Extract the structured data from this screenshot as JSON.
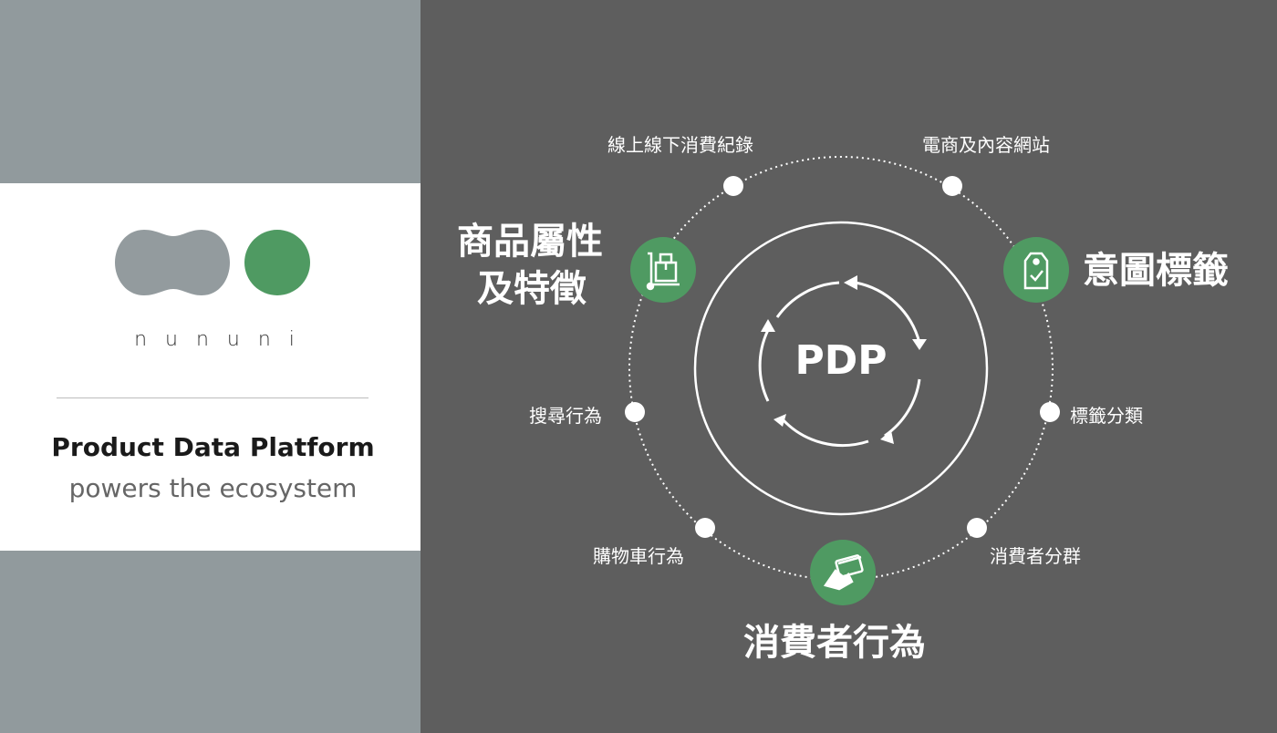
{
  "brand": {
    "name": "nununi",
    "tagline_bold": "Product Data Platform",
    "tagline_light": "powers the ecosystem"
  },
  "colors": {
    "grey_panel": "#919a9d",
    "dark_panel": "#5e5e5e",
    "accent_green": "#4f9a62",
    "logo_grey": "#939b9e",
    "logo_green": "#4f9a62"
  },
  "diagram": {
    "center": "PDP",
    "major_nodes": [
      {
        "id": "attributes",
        "label_line1": "商品屬性",
        "label_line2": "及特徵",
        "icon": "hand-truck-box-icon"
      },
      {
        "id": "intent",
        "label": "意圖標籤",
        "icon": "price-tag-check-icon"
      },
      {
        "id": "behavior",
        "label": "消費者行為",
        "icon": "hand-credit-card-icon"
      }
    ],
    "minor_nodes": [
      {
        "id": "online-offline",
        "label": "線上線下消費紀錄"
      },
      {
        "id": "ecommerce",
        "label": "電商及內容網站"
      },
      {
        "id": "search",
        "label": "搜尋行為"
      },
      {
        "id": "tag-classification",
        "label": "標籤分類"
      },
      {
        "id": "cart",
        "label": "購物車行為"
      },
      {
        "id": "segments",
        "label": "消費者分群"
      }
    ]
  }
}
